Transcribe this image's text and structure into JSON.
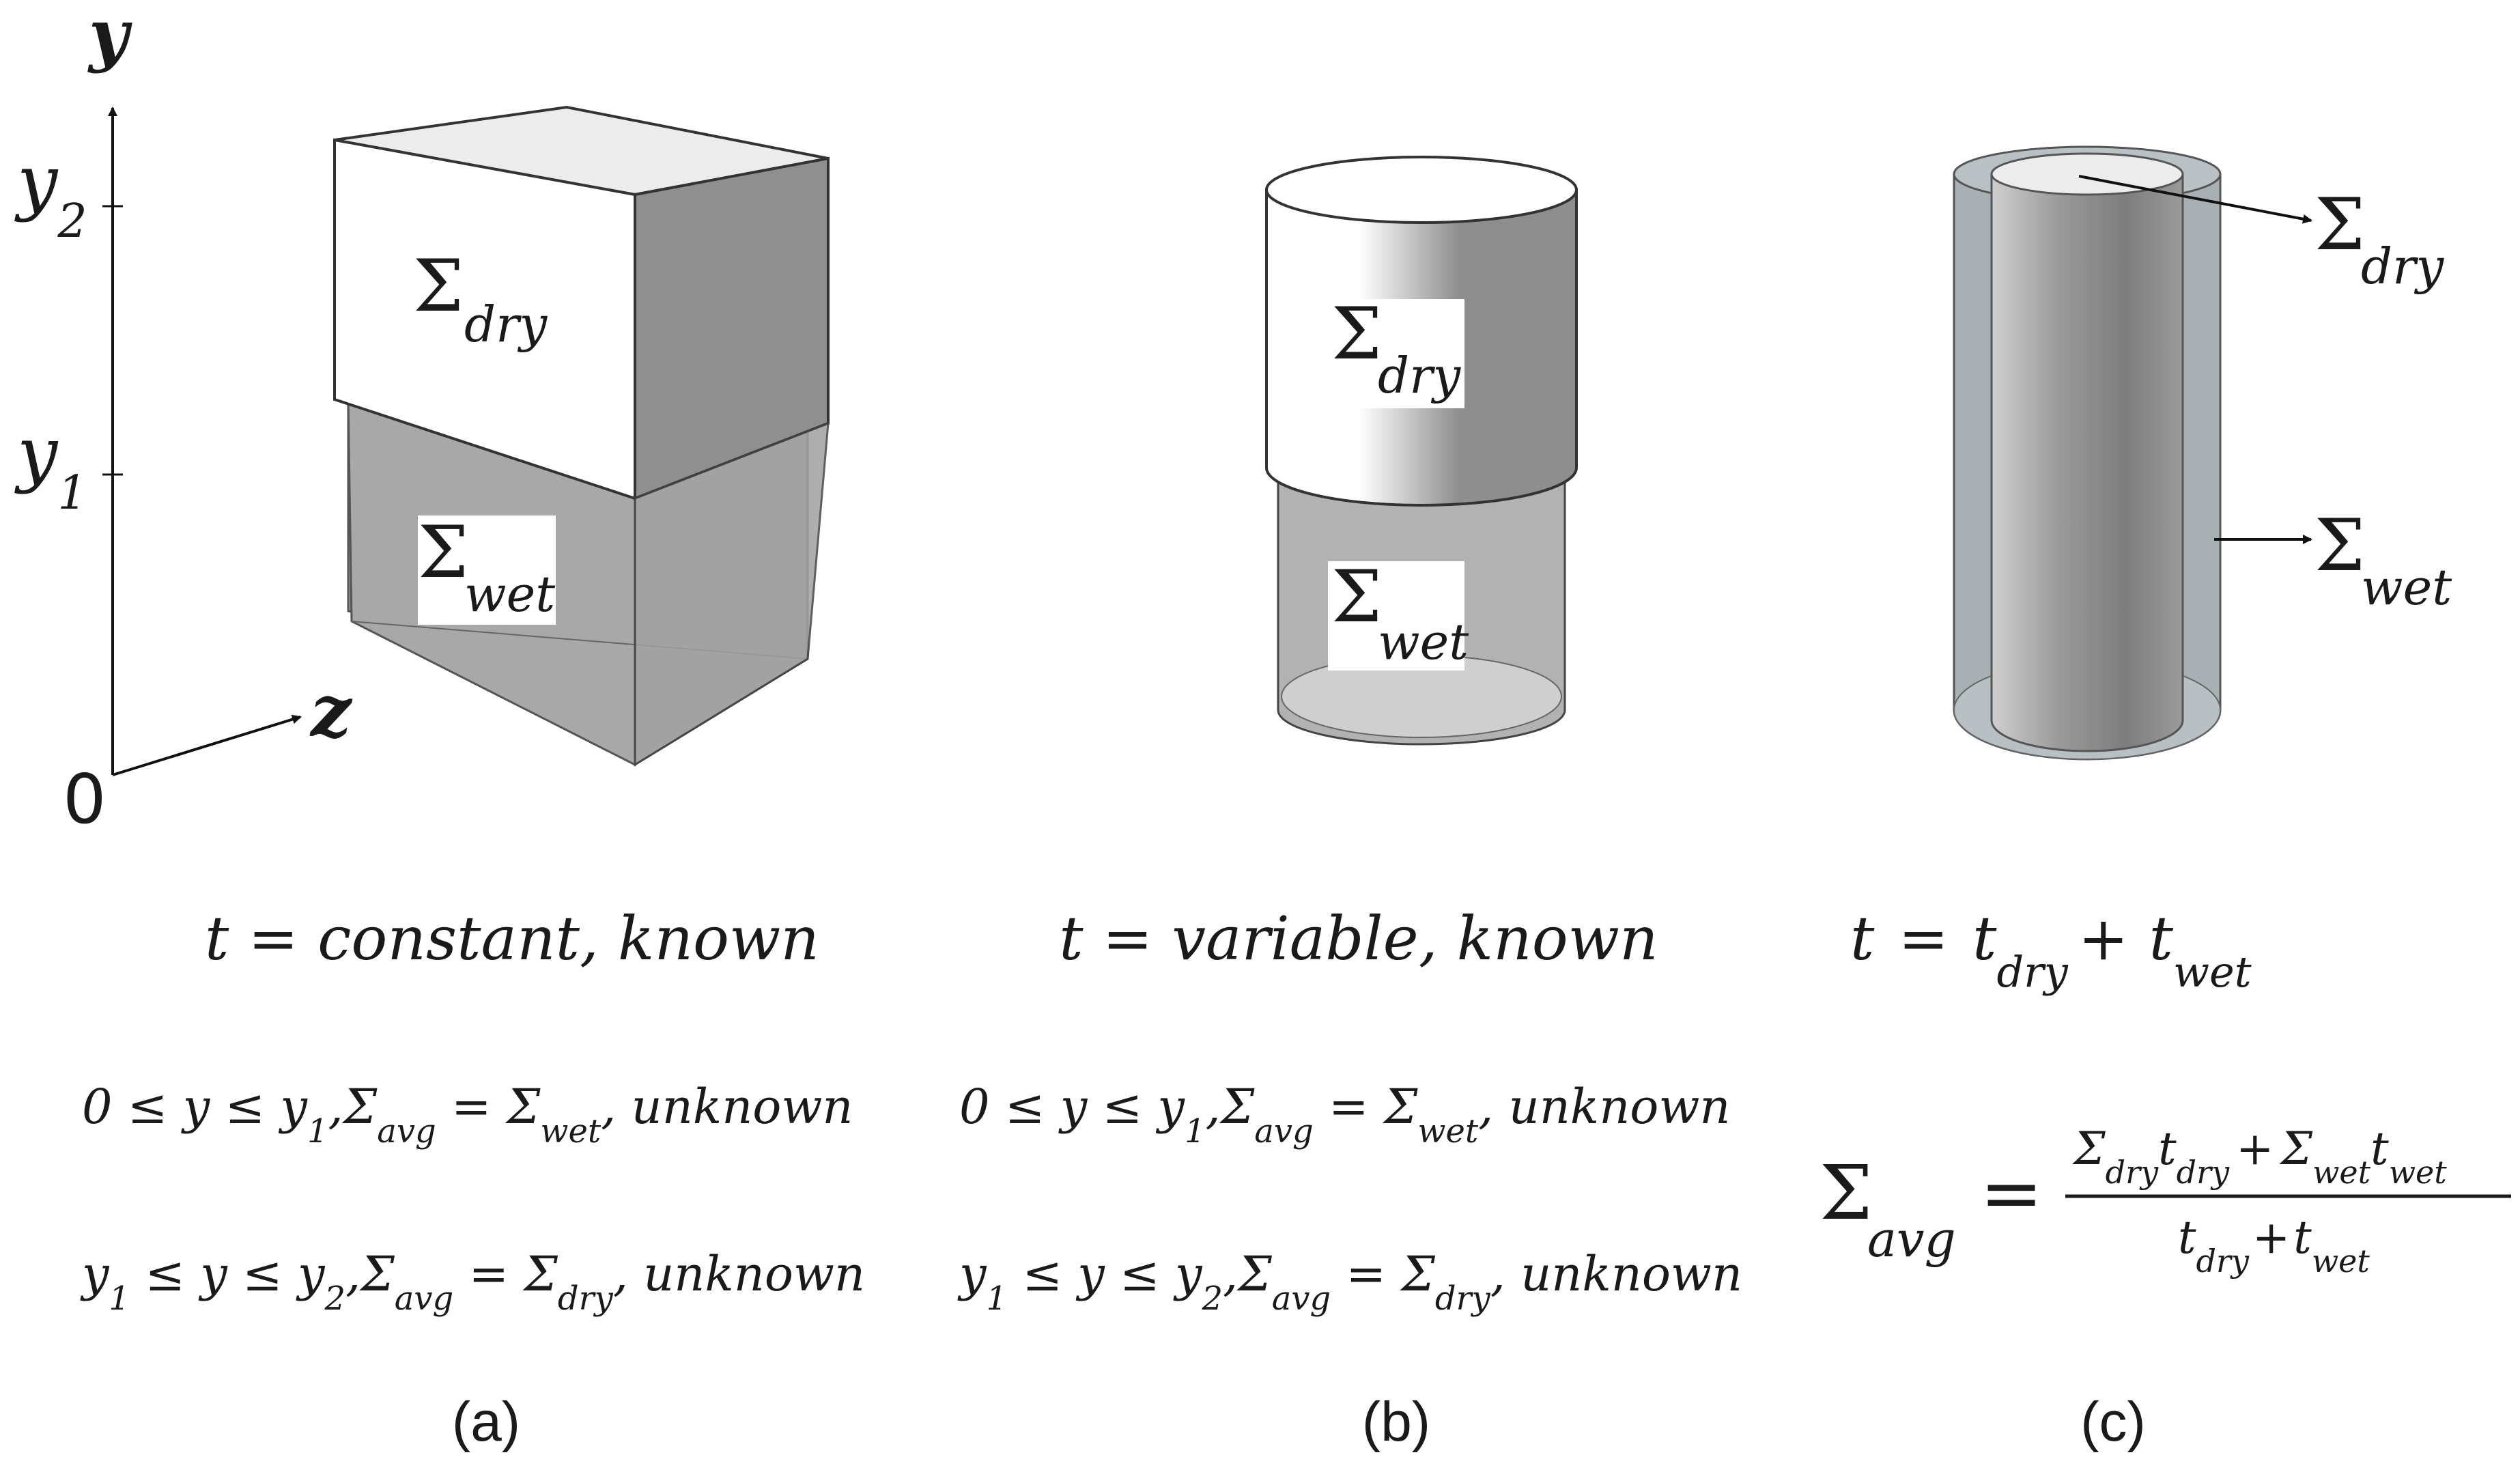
{
  "axes": {
    "y_label": "y",
    "z_label": "z",
    "origin_label": "0",
    "y1_base": "y",
    "y1_sub": "1",
    "y2_base": "y",
    "y2_sub": "2"
  },
  "symbols": {
    "sigma": "Σ",
    "dry": "dry",
    "wet": "wet"
  },
  "panel_a": {
    "caption": "(a)",
    "t_equation": "t = constant, known",
    "cond1": {
      "p1": "0 ≤ y ≤ y",
      "s1": "1",
      "p2": ",Σ",
      "s2": "avg",
      "p3": " = Σ",
      "s3": "wet",
      "p4": ", unknown"
    },
    "cond2": {
      "p0": "y",
      "s0": "1",
      "p1": " ≤ y ≤ y",
      "s1": "2",
      "p2": ",Σ",
      "s2": "avg",
      "p3": " = Σ",
      "s3": "dry",
      "p4": ", unknown"
    }
  },
  "panel_b": {
    "caption": "(b)",
    "t_equation": "t = variable, known",
    "cond1": {
      "p1": "0 ≤ y ≤ y",
      "s1": "1",
      "p2": ",Σ",
      "s2": "avg",
      "p3": " = Σ",
      "s3": "wet",
      "p4": ", unknown"
    },
    "cond2": {
      "p0": "y",
      "s0": "1",
      "p1": " ≤ y ≤ y",
      "s1": "2",
      "p2": ",Σ",
      "s2": "avg",
      "p3": " = Σ",
      "s3": "dry",
      "p4": ", unknown"
    }
  },
  "panel_c": {
    "caption": "(c)",
    "t_eq": {
      "t": "t",
      "eq": "=",
      "t1": "t",
      "s1": "dry",
      "plus": "+",
      "t2": "t",
      "s2": "wet"
    },
    "avg": {
      "sigma": "Σ",
      "sub": "avg",
      "eq": "=",
      "numerator": {
        "a": "Σ",
        "as": "dry",
        "b": "t",
        "bs": "dry",
        "plus": "+",
        "c": "Σ",
        "cs": "wet",
        "d": "t",
        "ds": "wet"
      },
      "denominator": {
        "a": "t",
        "as": "dry",
        "plus": "+",
        "b": "t",
        "bs": "wet"
      }
    }
  },
  "colors": {
    "dry_face": "#ffffff",
    "wet_face": "#a9a9a9",
    "dark_side": "#8f8f8f",
    "outline": "#404040"
  }
}
